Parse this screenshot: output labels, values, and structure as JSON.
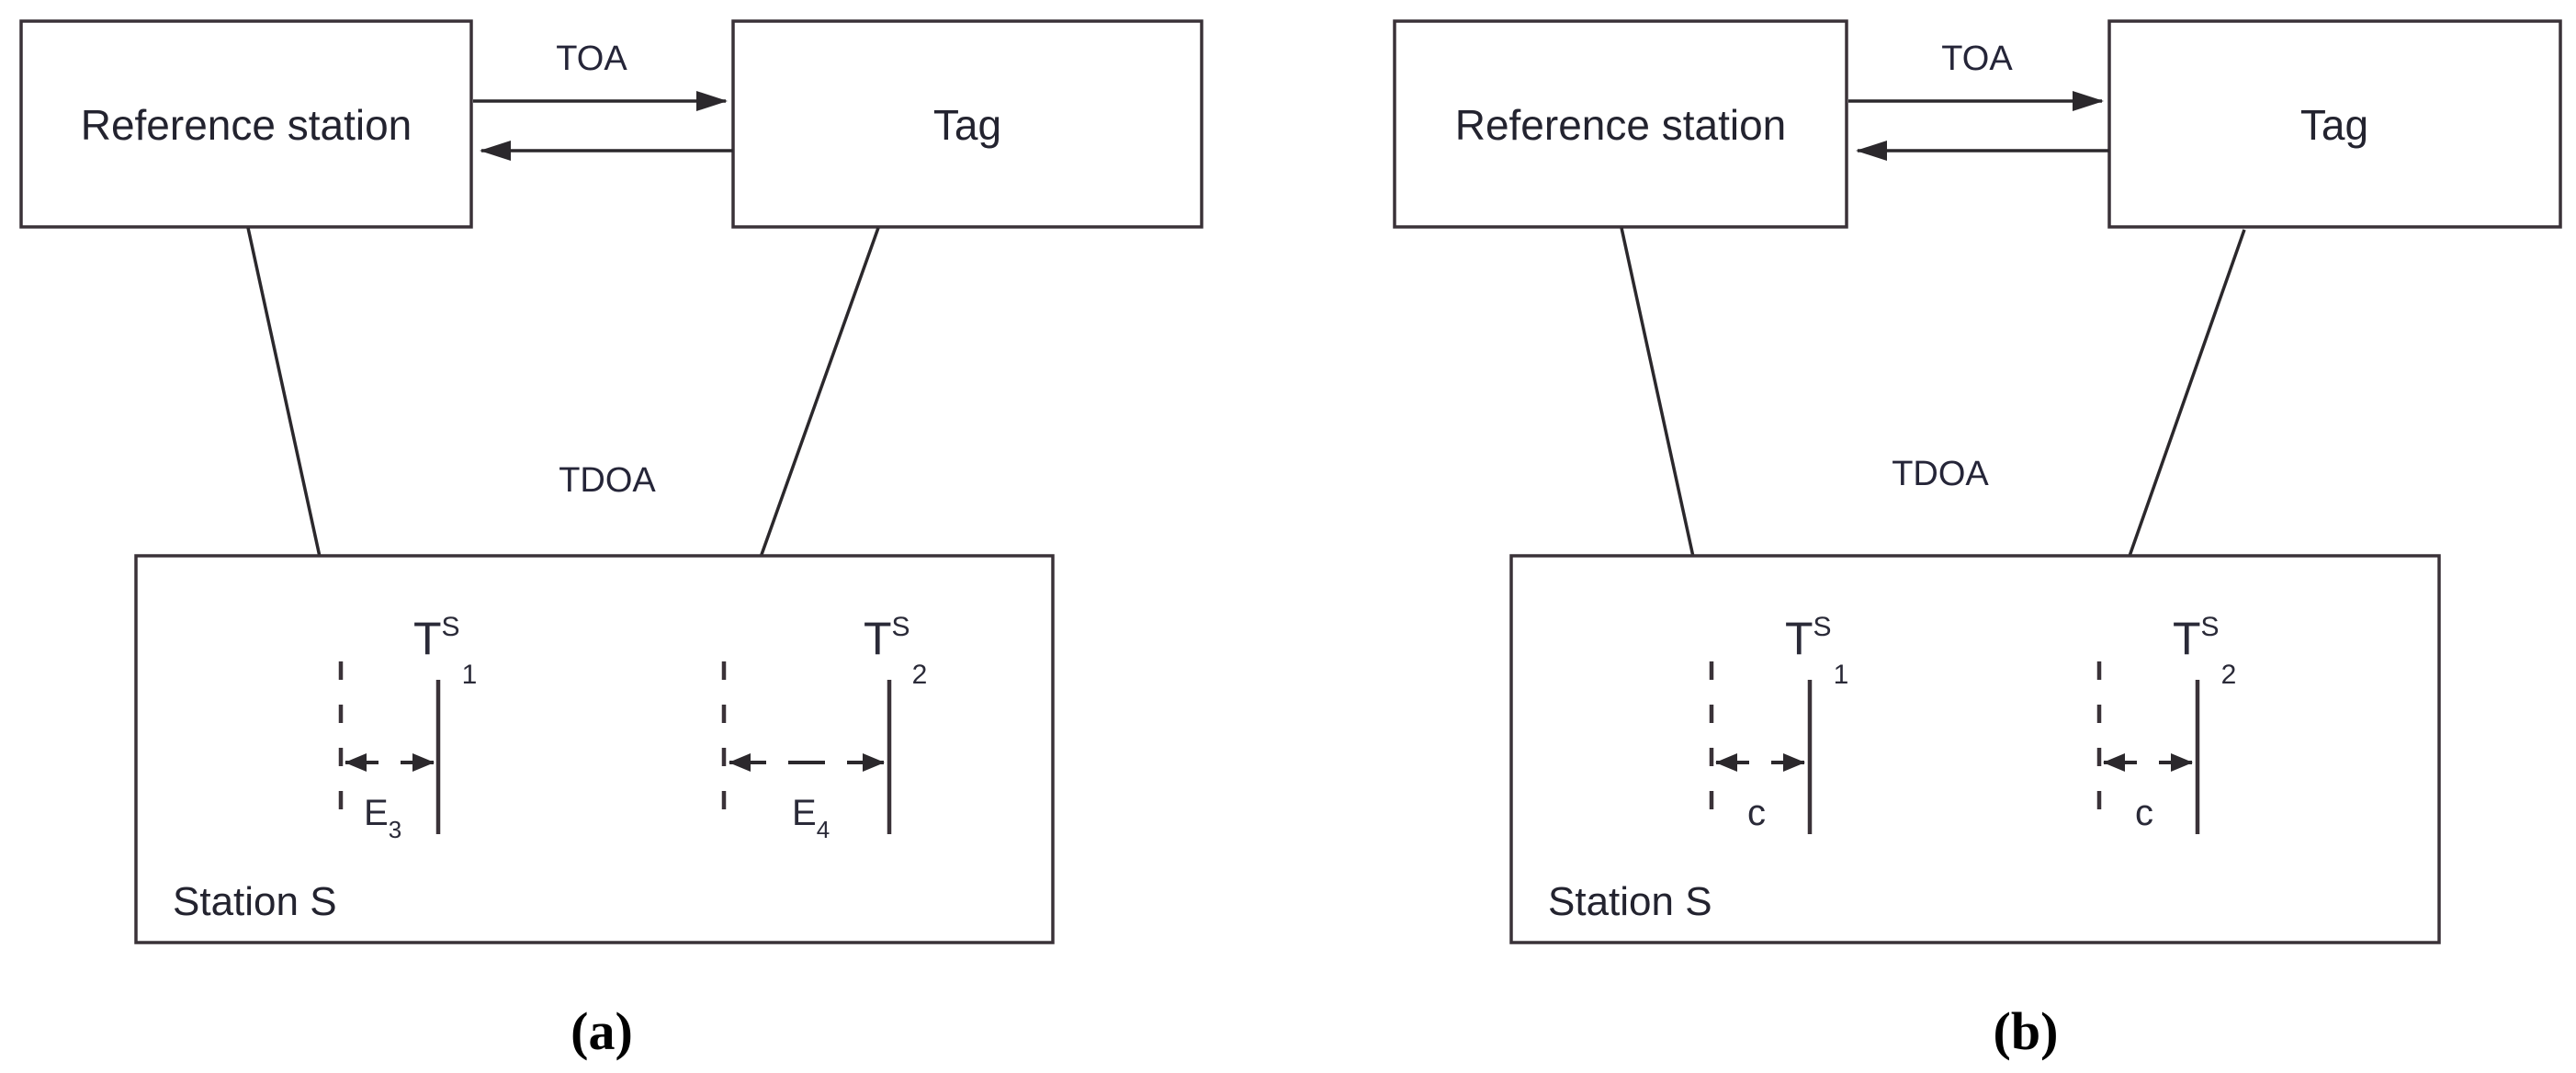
{
  "figure": {
    "background": "#ffffff",
    "ink_color": "#23232f",
    "line_color": "#2b282c",
    "panels": [
      {
        "caption": "(a)",
        "reference_station_label": "Reference station",
        "tag_label": "Tag",
        "toa_label": "TOA",
        "tdoa_label": "TDOA",
        "station_label": "Station S",
        "timestamp_1": {
          "base": "T",
          "sup": "S",
          "sub": "1"
        },
        "timestamp_2": {
          "base": "T",
          "sup": "S",
          "sub": "2"
        },
        "offset_1": {
          "base": "E",
          "sub": "3"
        },
        "offset_2": {
          "base": "E",
          "sub": "4"
        }
      },
      {
        "caption": "(b)",
        "reference_station_label": "Reference station",
        "tag_label": "Tag",
        "toa_label": "TOA",
        "tdoa_label": "TDOA",
        "station_label": "Station S",
        "timestamp_1": {
          "base": "T",
          "sup": "S",
          "sub": "1"
        },
        "timestamp_2": {
          "base": "T",
          "sup": "S",
          "sub": "2"
        },
        "offset_1": {
          "base": "c",
          "sub": ""
        },
        "offset_2": {
          "base": "c",
          "sub": ""
        }
      }
    ]
  }
}
